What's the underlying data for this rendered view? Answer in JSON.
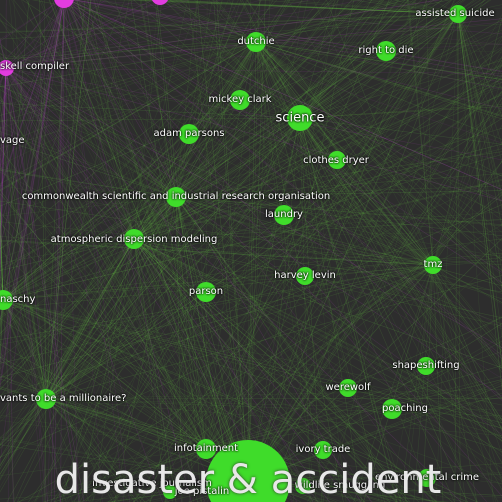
{
  "graph": {
    "colors": {
      "background": "#2d2d2d",
      "node_green": "#3fdc2a",
      "node_magenta": "#e23ce0",
      "edge_green": "#6fd24a",
      "edge_magenta": "#c04ad0",
      "label": "#ffffff"
    },
    "nodes": [
      {
        "id": "top-left-magenta-1",
        "label": "",
        "color": "magenta"
      },
      {
        "id": "top-magenta-2",
        "label": "",
        "color": "magenta"
      },
      {
        "id": "haskell",
        "label": "skell compiler",
        "color": "magenta"
      },
      {
        "id": "assisted-suicide",
        "label": "assisted suicide",
        "color": "green"
      },
      {
        "id": "dutchie",
        "label": "dutchie",
        "color": "green"
      },
      {
        "id": "right-to-die",
        "label": "right to die",
        "color": "green"
      },
      {
        "id": "mickey-clark",
        "label": "mickey clark",
        "color": "green"
      },
      {
        "id": "science",
        "label": "science",
        "color": "green"
      },
      {
        "id": "adam-parsons",
        "label": "adam parsons",
        "color": "green"
      },
      {
        "id": "vage",
        "label": "vage",
        "color": "none"
      },
      {
        "id": "clothes-dryer",
        "label": "clothes dryer",
        "color": "green"
      },
      {
        "id": "csiro",
        "label": "commonwealth scientific and industrial research organisation",
        "color": "green"
      },
      {
        "id": "laundry",
        "label": "laundry",
        "color": "green"
      },
      {
        "id": "atmospheric",
        "label": "atmospheric dispersion modeling",
        "color": "green"
      },
      {
        "id": "tmz",
        "label": "tmz",
        "color": "green"
      },
      {
        "id": "harvey-levin",
        "label": "harvey levin",
        "color": "green"
      },
      {
        "id": "parson",
        "label": "parson",
        "color": "green"
      },
      {
        "id": "naschy",
        "label": "naschy",
        "color": "green"
      },
      {
        "id": "shapeshifting",
        "label": "shapeshifting",
        "color": "green"
      },
      {
        "id": "werewolf",
        "label": "werewolf",
        "color": "green"
      },
      {
        "id": "millionaire",
        "label": "vants to be a millionaire?",
        "color": "green"
      },
      {
        "id": "poaching",
        "label": "poaching",
        "color": "green"
      },
      {
        "id": "infotainment",
        "label": "infotainment",
        "color": "green"
      },
      {
        "id": "ivory-trade",
        "label": "ivory trade",
        "color": "green"
      },
      {
        "id": "disaster",
        "label": "disaster & accident",
        "color": "green"
      },
      {
        "id": "investigative",
        "label": "investigative journalism",
        "color": "green"
      },
      {
        "id": "joe-pistalin",
        "label": "joe pistalin",
        "color": "green"
      },
      {
        "id": "wildlife-smuggling",
        "label": "wildlife smuggling",
        "color": "green"
      },
      {
        "id": "environmental-crime",
        "label": "environmental crime",
        "color": "green"
      }
    ]
  }
}
